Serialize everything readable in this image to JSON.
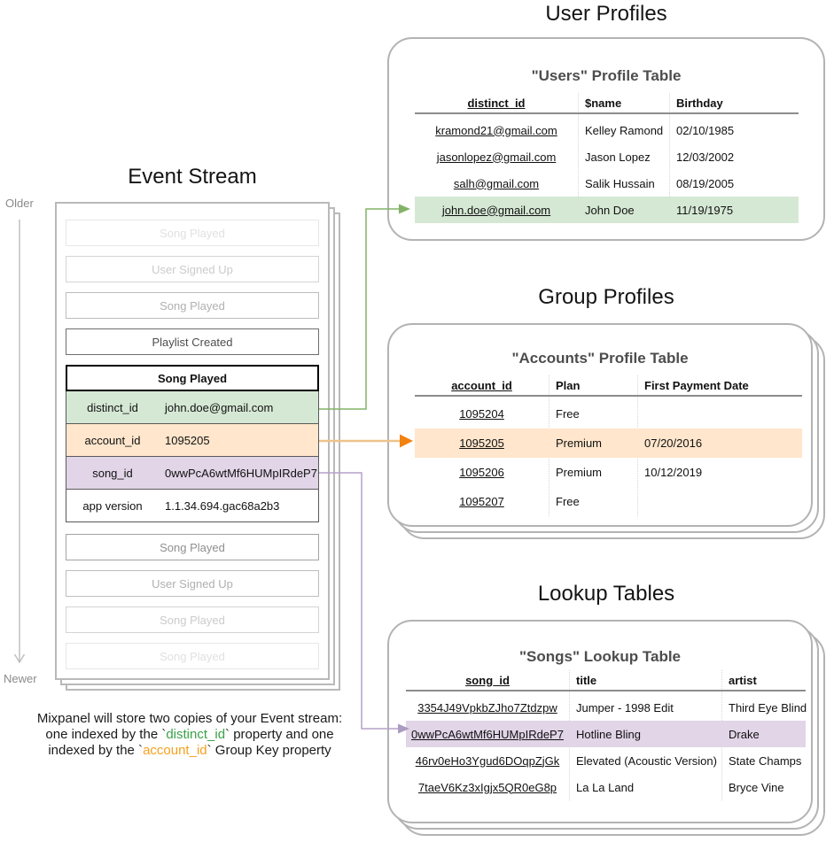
{
  "titles": {
    "event_stream": "Event Stream",
    "user_profiles": "User Profiles",
    "group_profiles": "Group Profiles",
    "lookup_tables": "Lookup Tables"
  },
  "timeline": {
    "older": "Older",
    "newer": "Newer"
  },
  "event_stream": {
    "events_before": [
      {
        "label": "Song Played",
        "fade": 4
      },
      {
        "label": "User Signed Up",
        "fade": 3
      },
      {
        "label": "Song Played",
        "fade": 2
      },
      {
        "label": "Playlist Created",
        "fade": 0
      }
    ],
    "expanded_event": {
      "title": "Song Played",
      "properties": [
        {
          "key": "distinct_id",
          "value": "john.doe@gmail.com",
          "highlight": "green"
        },
        {
          "key": "account_id",
          "value": "1095205",
          "highlight": "orange"
        },
        {
          "key": "song_id",
          "value": "0wwPcA6wtMf6HUMpIRdeP7",
          "highlight": "purple"
        },
        {
          "key": "app version",
          "value": "1.1.34.694.gac68a2b3",
          "highlight": "none"
        }
      ]
    },
    "events_after": [
      {
        "label": "Song Played",
        "fade": 1
      },
      {
        "label": "User Signed Up",
        "fade": 2
      },
      {
        "label": "Song Played",
        "fade": 3
      },
      {
        "label": "Song Played",
        "fade": 4
      }
    ]
  },
  "tables": {
    "users": {
      "card_title": "\"Users\" Profile Table",
      "columns": [
        "distinct_id",
        "$name",
        "Birthday"
      ],
      "highlight_color": "green",
      "rows": [
        {
          "cells": [
            "kramond21@gmail.com",
            "Kelley Ramond",
            "02/10/1985"
          ],
          "highlight": false
        },
        {
          "cells": [
            "jasonlopez@gmail.com",
            "Jason Lopez",
            "12/03/2002"
          ],
          "highlight": false
        },
        {
          "cells": [
            "salh@gmail.com",
            "Salik Hussain",
            "08/19/2005"
          ],
          "highlight": false
        },
        {
          "cells": [
            "john.doe@gmail.com",
            "John Doe",
            "11/19/1975"
          ],
          "highlight": true
        }
      ]
    },
    "accounts": {
      "card_title": "\"Accounts\" Profile Table",
      "columns": [
        "account_id",
        "Plan",
        "First Payment Date"
      ],
      "highlight_color": "orange",
      "rows": [
        {
          "cells": [
            "1095204",
            "Free",
            ""
          ],
          "highlight": false
        },
        {
          "cells": [
            "1095205",
            "Premium",
            "07/20/2016"
          ],
          "highlight": true
        },
        {
          "cells": [
            "1095206",
            "Premium",
            "10/12/2019"
          ],
          "highlight": false
        },
        {
          "cells": [
            "1095207",
            "Free",
            ""
          ],
          "highlight": false
        }
      ]
    },
    "songs": {
      "card_title": "\"Songs\" Lookup Table",
      "columns": [
        "song_id",
        "title",
        "artist"
      ],
      "highlight_color": "purple",
      "rows": [
        {
          "cells": [
            "3354J49VpkbZJho7Ztdzpw",
            "Jumper - 1998 Edit",
            "Third Eye Blind"
          ],
          "highlight": false
        },
        {
          "cells": [
            "0wwPcA6wtMf6HUMpIRdeP7",
            "Hotline Bling",
            "Drake"
          ],
          "highlight": true
        },
        {
          "cells": [
            "46rv0eHo3Ygud6DOqpZjGk",
            "Elevated (Acoustic Version)",
            "State Champs"
          ],
          "highlight": false
        },
        {
          "cells": [
            "7taeV6Kz3xIgjx5QR0eG8p",
            "La La Land",
            "Bryce Vine"
          ],
          "highlight": false
        }
      ]
    }
  },
  "caption": {
    "lines": [
      [
        {
          "t": "Mixpanel will store two copies of your Event stream:"
        }
      ],
      [
        {
          "t": "one indexed by the `"
        },
        {
          "t": "distinct_id",
          "c": "green"
        },
        {
          "t": "` property and one"
        }
      ],
      [
        {
          "t": "indexed by the `"
        },
        {
          "t": "account_id",
          "c": "orange"
        },
        {
          "t": "` Group Key property"
        }
      ]
    ]
  },
  "colors": {
    "green_fill": "#d5e8d4",
    "orange_fill": "#ffe6cc",
    "purple_fill": "#e1d5e7",
    "green_line": "#82b366",
    "orange_line": "#efc28b",
    "orange_arrow": "#f2820f",
    "purple_line": "#b3a2c7",
    "caption_green": "#3aa147",
    "caption_orange": "#f7a01e",
    "card_border": "#b3b3b3"
  }
}
